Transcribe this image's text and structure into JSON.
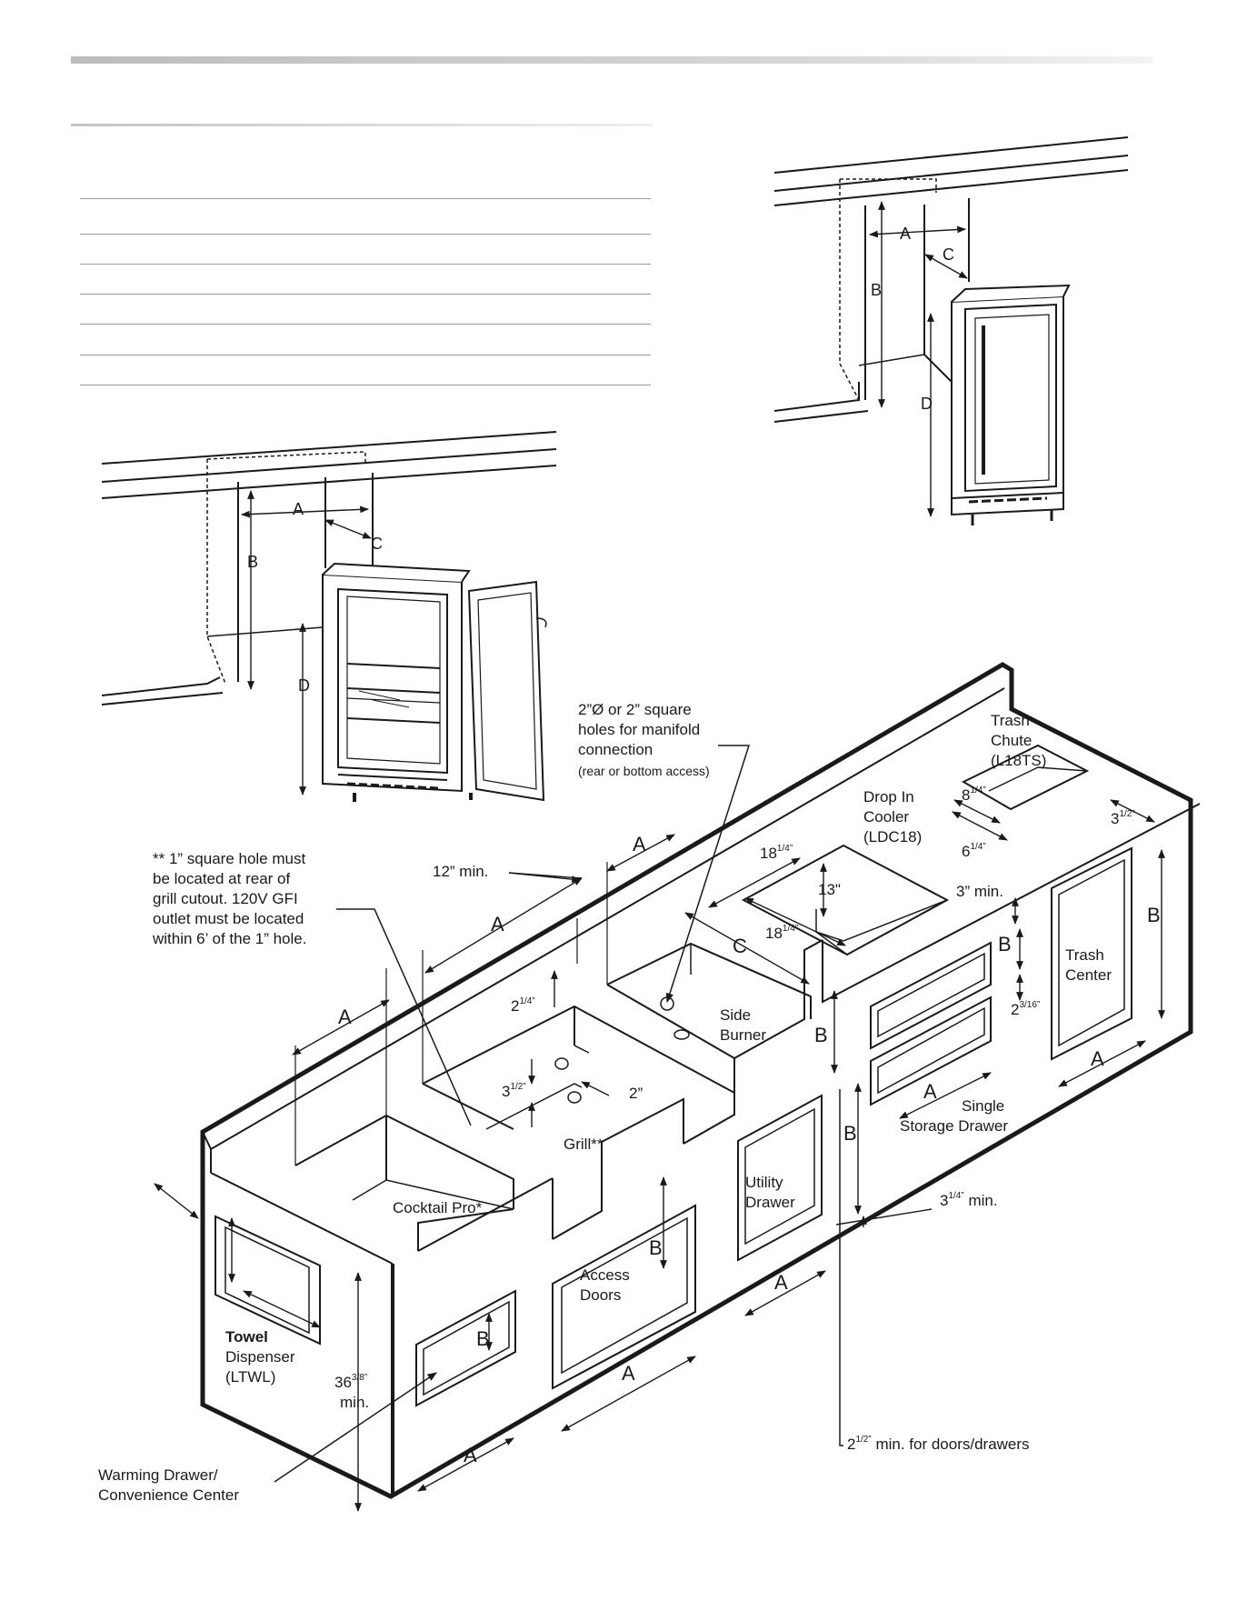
{
  "top_diagrams": {
    "labels": {
      "a": "A",
      "b": "B",
      "c": "C",
      "d": "D"
    }
  },
  "island": {
    "manifold_note": [
      "2”Ø or 2” square",
      "holes for manifold",
      "connection"
    ],
    "manifold_sub": "(rear or bottom access)",
    "grill_note": [
      "** 1” square hole must",
      "be located at rear of",
      "grill cutout. 120V GFI",
      "outlet must be located",
      "within 6’ of the 1” hole."
    ],
    "trash_chute": [
      "Trash",
      "Chute",
      "(L18TS)"
    ],
    "drop_in_cooler": [
      "Drop In",
      "Cooler",
      "(LDC18)"
    ],
    "trash_center": [
      "Trash",
      "Center"
    ],
    "side_burner": [
      "Side",
      "Burner"
    ],
    "grill": "Grill**",
    "cocktail_pro": "Cocktail Pro*",
    "utility_drawer": [
      "Utility",
      "Drawer"
    ],
    "single_storage_drawer": [
      "Single",
      "Storage Drawer"
    ],
    "access_doors": [
      "Access",
      "Doors"
    ],
    "towel_dispenser": [
      "Towel",
      "Dispenser",
      "(LTWL)"
    ],
    "warming_drawer": [
      "Warming Drawer/",
      "Convenience Center"
    ],
    "dim_12_min": "12” min.",
    "dim_13": "13\"",
    "dim_3_min": "3” min.",
    "dim_min": "min.",
    "dim_2": "2”",
    "dim_doors_drawers": "min. for doors/drawers",
    "dim_31_4": {
      "whole": "3",
      "frac": "1/4”",
      "tail": "min."
    },
    "letters": {
      "a": "A",
      "b": "B",
      "c": "C"
    },
    "fractions": {
      "f8_1_4": {
        "whole": "8",
        "frac": "1/4”"
      },
      "f6_1_4": {
        "whole": "6",
        "frac": "1/4”"
      },
      "f3_1_2": {
        "whole": "3",
        "frac": "1/2”"
      },
      "f18_1_4": {
        "whole": "18",
        "frac": "1/4”"
      },
      "f2_1_4": {
        "whole": "2",
        "frac": "1/4”"
      },
      "f2_3_16": {
        "whole": "2",
        "frac": "3/16”"
      },
      "f36_3_8": {
        "whole": "36",
        "frac": "3/8”"
      },
      "f2_1_2": {
        "whole": "2",
        "frac": "1/2”"
      }
    }
  }
}
